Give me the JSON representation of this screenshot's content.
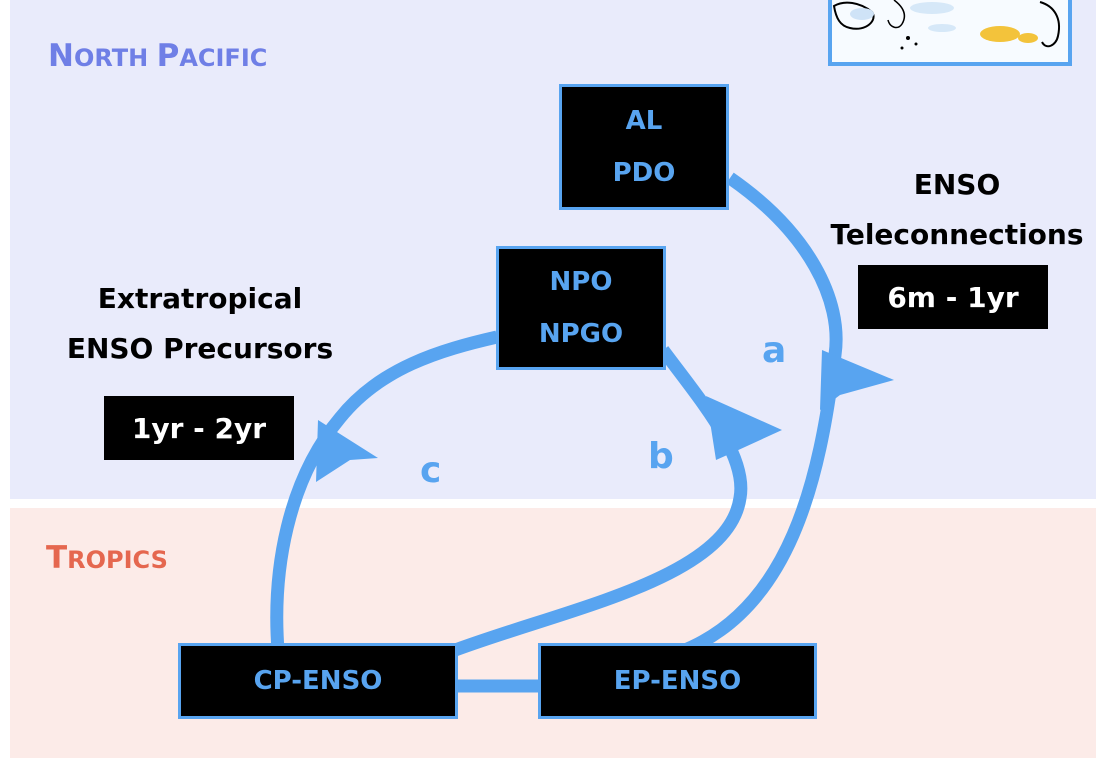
{
  "colors": {
    "north_bg": "#E9EBFB",
    "tropics_bg": "#FCEBE8",
    "north_title": "#6F7FE6",
    "tropics_title": "#E5674F",
    "arrow": "#58A4F0",
    "box_fill": "#000000",
    "box_text": "#58A4F0"
  },
  "regions": {
    "north": {
      "title_cap": "N",
      "title_rest": "orth ",
      "title_cap2": "P",
      "title_rest2": "acific"
    },
    "tropics": {
      "title_cap": "T",
      "title_rest": "ropics"
    }
  },
  "map_inset": {
    "description_icon": "map-inset"
  },
  "nodes": {
    "al_pdo": {
      "line1": "AL",
      "line2": "PDO"
    },
    "npo_npgo": {
      "line1": "NPO",
      "line2": "NPGO"
    },
    "cp_enso": {
      "line1": "CP-ENSO"
    },
    "ep_enso": {
      "line1": "EP-ENSO"
    }
  },
  "labels": {
    "teleconnections": {
      "line1": "ENSO",
      "line2": "Teleconnections",
      "range": "6m - 1yr"
    },
    "precursors": {
      "line1": "Extratropical",
      "line2": "ENSO Precursors",
      "range": "1yr - 2yr"
    }
  },
  "arrows": {
    "a": "a",
    "b": "b",
    "c": "c"
  }
}
